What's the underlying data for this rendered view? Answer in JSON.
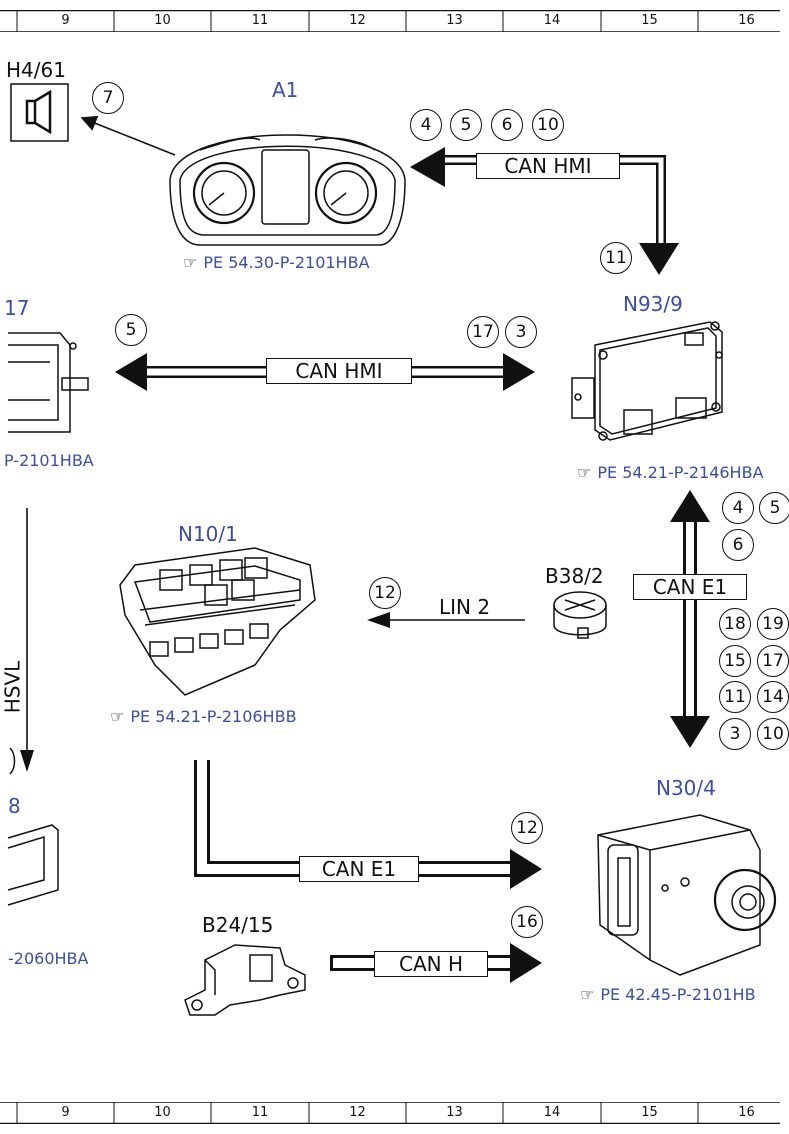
{
  "ruler": [
    "9",
    "10",
    "11",
    "12",
    "13",
    "14",
    "15",
    "16"
  ],
  "components": {
    "a1": "A1",
    "n93_9": "N93/9",
    "n10_1": "N10/1",
    "b38_2": "B38/2",
    "n30_4": "N30/4",
    "b24_15": "B24/15",
    "h4_61": "H4/61",
    "left_17": "17",
    "left_8": "8"
  },
  "references": {
    "a1": "PE 54.30-P-2101HBA",
    "n93_9": "PE 54.21-P-2146HBA",
    "n10_1": "PE 54.21-P-2106HBB",
    "n30_4": "PE 42.45-P-2101HB",
    "left_top": "P-2101HBA",
    "left_bottom": "-2060HBA"
  },
  "buses": {
    "can_hmi_top": "CAN HMI",
    "can_hmi_mid": "CAN HMI",
    "can_e1_right": "CAN E1",
    "lin2": "LIN 2",
    "can_e1_bottom": "CAN E1",
    "can_h": "CAN H",
    "hsvl": "HSVL"
  },
  "circled": {
    "c7": "7",
    "top_row": [
      "4",
      "5",
      "6",
      "10"
    ],
    "c11": "11",
    "c5_left": "5",
    "mid_right": [
      "17",
      "3"
    ],
    "right_col_a": [
      "4",
      "5"
    ],
    "right_col_b": "6",
    "c12_lin": "12",
    "right_grid": [
      [
        "18",
        "19"
      ],
      [
        "15",
        "17"
      ],
      [
        "11",
        "14"
      ],
      [
        "3",
        "10"
      ]
    ],
    "c12_bottom": "12",
    "c16": "16"
  },
  "icons": {
    "reference": "pointing-hand-icon",
    "speaker": "speaker-icon"
  }
}
